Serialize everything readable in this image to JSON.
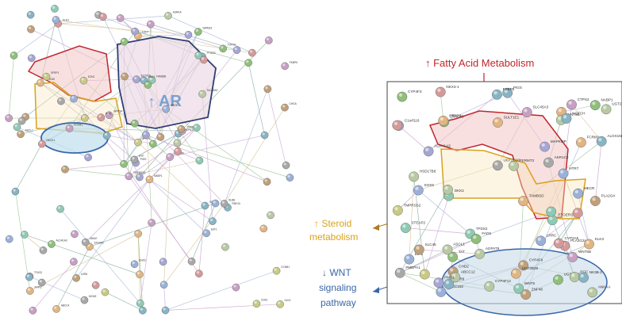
{
  "overview": {
    "ar_label": "AR",
    "node_labels": [
      "NABP1",
      "LRRC65",
      "PIGS",
      "TFUS2",
      "PMEPA1",
      "STEAP2",
      "SMIM23",
      "FAM83B",
      "PTGDS",
      "GPR160",
      "KLK3",
      "KLK2",
      "NKX3-1",
      "FKBP5",
      "TMPRSS2",
      "SLC45A3",
      "ABCC4",
      "ELOVL5",
      "HPGD",
      "ALDH1A3",
      "WNT5A",
      "AXIN2",
      "LGR5",
      "DKK1",
      "ZNRF3",
      "RNF43",
      "SFRP1",
      "FZD7",
      "ASCL1",
      "SOX2",
      "CHGA",
      "SYP",
      "ENO2",
      "MYCN",
      "EZH2",
      "TOP2A",
      "MKI67",
      "CDK1",
      "CCNB1",
      "BUB1",
      "AURKA",
      "PLK1",
      "FOXM1",
      "E2F1",
      "MCM2"
    ]
  },
  "zoom": {
    "annotation_fatty": "↑ Fatty Acid Metabolism",
    "node_labels": [
      "NABP1",
      "LRRC65",
      "PIGS",
      "TFDS2",
      "PMEPA1",
      "STEAP2",
      "CCDC152",
      "FADS",
      "PLA2G4",
      "FCRM1",
      "ZNF48",
      "CYP4F12",
      "CYP4F8",
      "CYP4F3",
      "ALOX15B",
      "KLK2",
      "C1orf116",
      "PLA2G2A",
      "AKR1C2",
      "KLK3",
      "TAT",
      "UGT2B15",
      "UGT2B17",
      "CYP3A5",
      "ABCC4",
      "TAMBSD",
      "UGT2B28",
      "UGT2B10",
      "HSD17B6",
      "TMPRSS2",
      "PGC",
      "CTPS2",
      "SULT1E1",
      "SLC45A3",
      "EIF1",
      "RAR8",
      "ALDH1A3",
      "NKX3-1",
      "MAPK8IP",
      "WNT5B",
      "WNT5",
      "SOX9",
      "ANKAA",
      "FKBP5",
      "NK3B-1",
      "WNT9B",
      "DKK2",
      "CHD2",
      "PTGERS",
      "ASCL1",
      "LRRC",
      "SLC45",
      "NOTCH",
      "AGPAT9",
      "ABCC12",
      "PMS1",
      "HTR7",
      "FERMT3",
      "MECR"
    ]
  },
  "annotations": {
    "steroid": [
      "↑ Steroid",
      "metabolism"
    ],
    "wnt": [
      "↓ WNT",
      "signaling",
      "pathway"
    ]
  },
  "colors": {
    "fatty_outline": "#c0262c",
    "steroid_outline": "#d9a21b",
    "wnt_outline": "#3a66a8",
    "ar_outline": "#2f3f72"
  }
}
